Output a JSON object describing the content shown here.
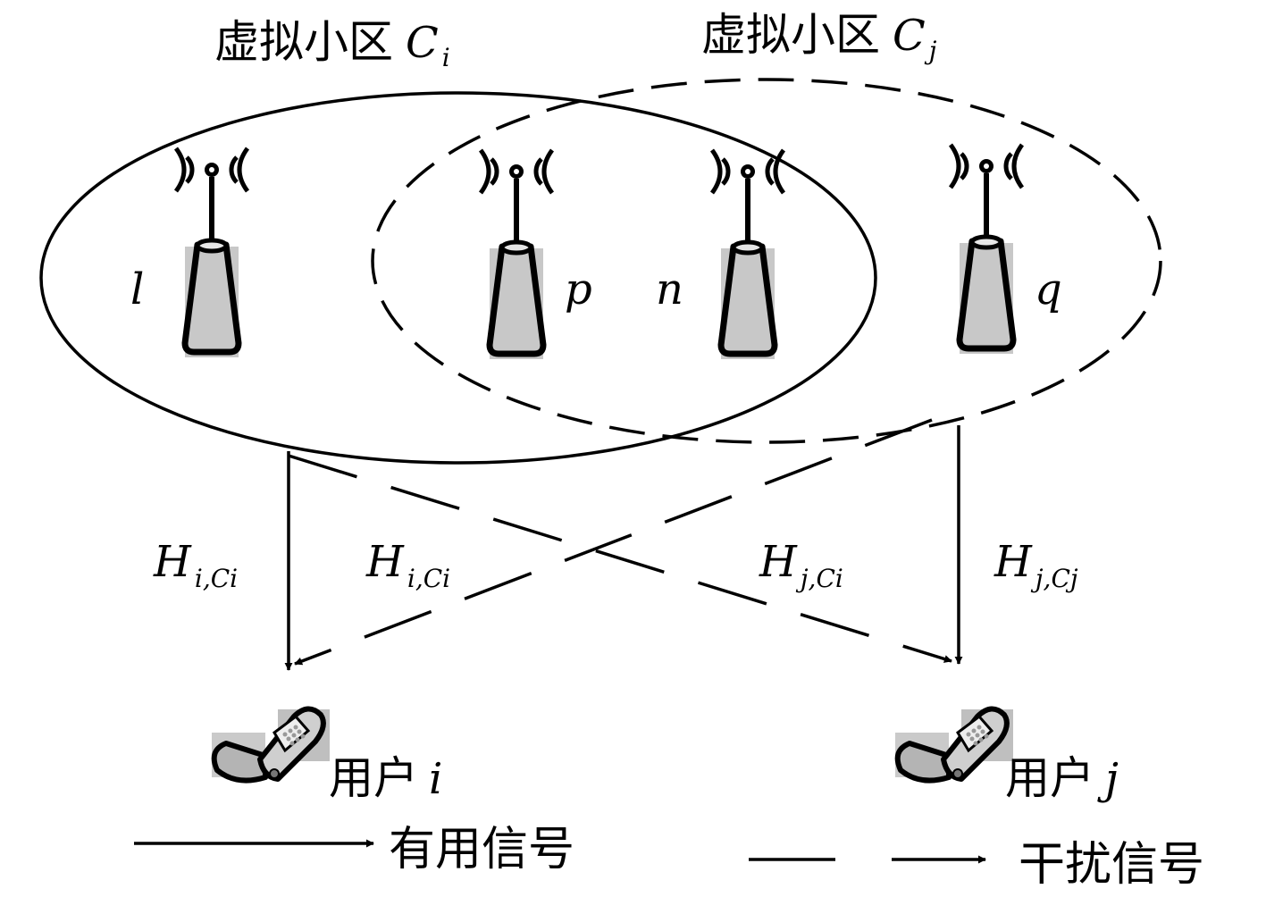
{
  "cells": {
    "ci": {
      "prefix": "虚拟小区",
      "sym": "C",
      "sub": "i"
    },
    "cj": {
      "prefix": "虚拟小区",
      "sym": "C",
      "sub": "j"
    }
  },
  "bases": {
    "l": "l",
    "p": "p",
    "n": "n",
    "q": "q"
  },
  "channels": {
    "h1": {
      "sym": "H",
      "sub": "i,Ci"
    },
    "h2": {
      "sym": "H",
      "sub": "i,Ci"
    },
    "h3": {
      "sym": "H",
      "sub": "j,Ci"
    },
    "h4": {
      "sym": "H",
      "sub": "j,Cj"
    }
  },
  "users": {
    "i": {
      "prefix": "用户",
      "sym": "i"
    },
    "j": {
      "prefix": "用户",
      "sym": "j"
    }
  },
  "legend": {
    "useful": "有用信号",
    "interference": "干扰信号"
  },
  "colors": {
    "stroke": "#000000",
    "tower_fill": "#c8c8c8",
    "phone_fill": "#b4b4b4"
  },
  "icons": [
    "base-station-antenna-icon",
    "mobile-phone-icon"
  ]
}
